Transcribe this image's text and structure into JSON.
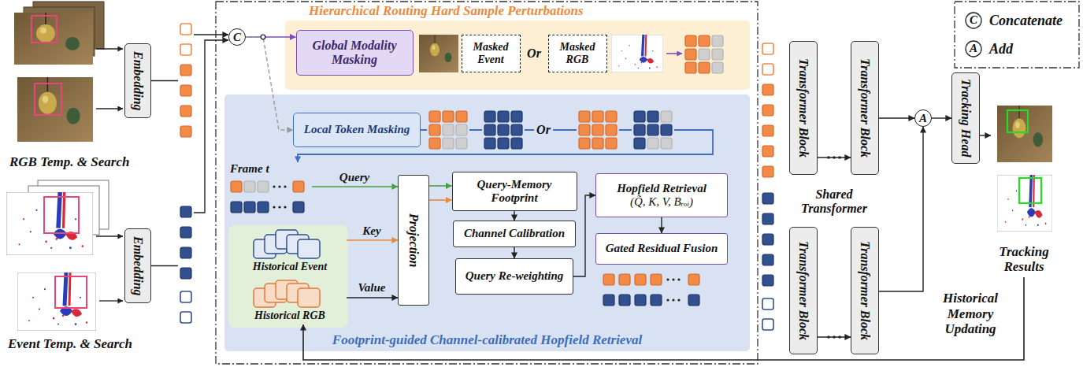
{
  "diagram": {
    "nodes": [
      {
        "text": [
          "Embedding"
        ]
      },
      {
        "text": [
          "Embedding"
        ]
      },
      {
        "text": [
          "C"
        ]
      },
      {
        "text": [
          "Hierarchical Routing Hard Sample Perturbations"
        ]
      },
      {
        "text": [
          "Global Modality Masking"
        ],
        "in": 3
      },
      {
        "text": [
          "Masked Event"
        ],
        "in": 3
      },
      {
        "text": [
          "Masked RGB"
        ],
        "in": 3
      },
      {
        "text": [
          "Footprint-guided Channel-calibrated Hopfield Retrieval"
        ]
      },
      {
        "text": [
          "Local Token Masking"
        ],
        "in": 7
      },
      {
        "text": [
          "Frame t"
        ],
        "in": 7
      },
      {
        "text": [
          "Historical Event"
        ],
        "in": 7
      },
      {
        "text": [
          "Historical RGB"
        ],
        "in": 7
      },
      {
        "text": [
          "Projection"
        ],
        "in": 7
      },
      {
        "text": [
          "Query-Memory Footprint"
        ],
        "in": 7
      },
      {
        "text": [
          "Channel Calibration"
        ],
        "in": 7
      },
      {
        "text": [
          "Query Re-weighting"
        ],
        "in": 7
      },
      {
        "text": [
          "Hopfield Retrieval",
          "(Q̃, K, V, Bᵣₒᵢ)"
        ],
        "in": 7
      },
      {
        "text": [
          "Gated Residual Fusion"
        ],
        "in": 7
      },
      {
        "text": [
          "Transformer Block"
        ]
      },
      {
        "text": [
          "Transformer Block"
        ]
      },
      {
        "text": [
          "Transformer Block"
        ]
      },
      {
        "text": [
          "Transformer Block"
        ]
      },
      {
        "text": [
          "A"
        ]
      },
      {
        "text": [
          "Tracking Head"
        ]
      },
      {
        "text": [
          "Tracking Results"
        ]
      }
    ],
    "edges": [
      {
        "from": 0,
        "to": 2,
        "arrow": "to"
      },
      {
        "from": 1,
        "to": 2,
        "arrow": "to"
      },
      {
        "from": 2,
        "to": 4,
        "arrow": "to"
      },
      {
        "from": 2,
        "to": 8,
        "arrow": "to"
      },
      {
        "from": 8,
        "to": 9,
        "arrow": "to"
      },
      {
        "from": 9,
        "to": 12,
        "label": "Query",
        "arrow": "to"
      },
      {
        "from": 10,
        "to": 12,
        "label": "Key",
        "arrow": "to"
      },
      {
        "from": 11,
        "to": 12,
        "label": "Value",
        "arrow": "to"
      },
      {
        "from": 12,
        "to": 13,
        "arrow": "to"
      },
      {
        "from": 12,
        "to": 13,
        "arrow": "to"
      },
      {
        "from": 13,
        "to": 14,
        "arrow": "to"
      },
      {
        "from": 14,
        "to": 15,
        "arrow": "to"
      },
      {
        "from": 15,
        "to": 16,
        "arrow": "to"
      },
      {
        "from": 16,
        "to": 17,
        "arrow": "to"
      },
      {
        "from": 18,
        "to": 19,
        "arrow": "to"
      },
      {
        "from": 20,
        "to": 21,
        "arrow": "to"
      },
      {
        "from": 19,
        "to": 22,
        "arrow": "to"
      },
      {
        "from": 21,
        "to": 22,
        "arrow": "to"
      },
      {
        "from": 22,
        "to": 23,
        "arrow": "to"
      },
      {
        "from": 23,
        "to": 24,
        "arrow": "to"
      },
      {
        "from": 24,
        "to": 11,
        "label": "Historical Memory Updating",
        "arrow": "to"
      }
    ],
    "labels": [
      "RGB Temp. & Search",
      "Event Temp. & Search",
      "Or",
      "Or",
      "Shared Transformer",
      "C",
      "A"
    ],
    "legend": [
      {
        "text": "Concatenate"
      },
      {
        "text": "Add"
      }
    ]
  }
}
